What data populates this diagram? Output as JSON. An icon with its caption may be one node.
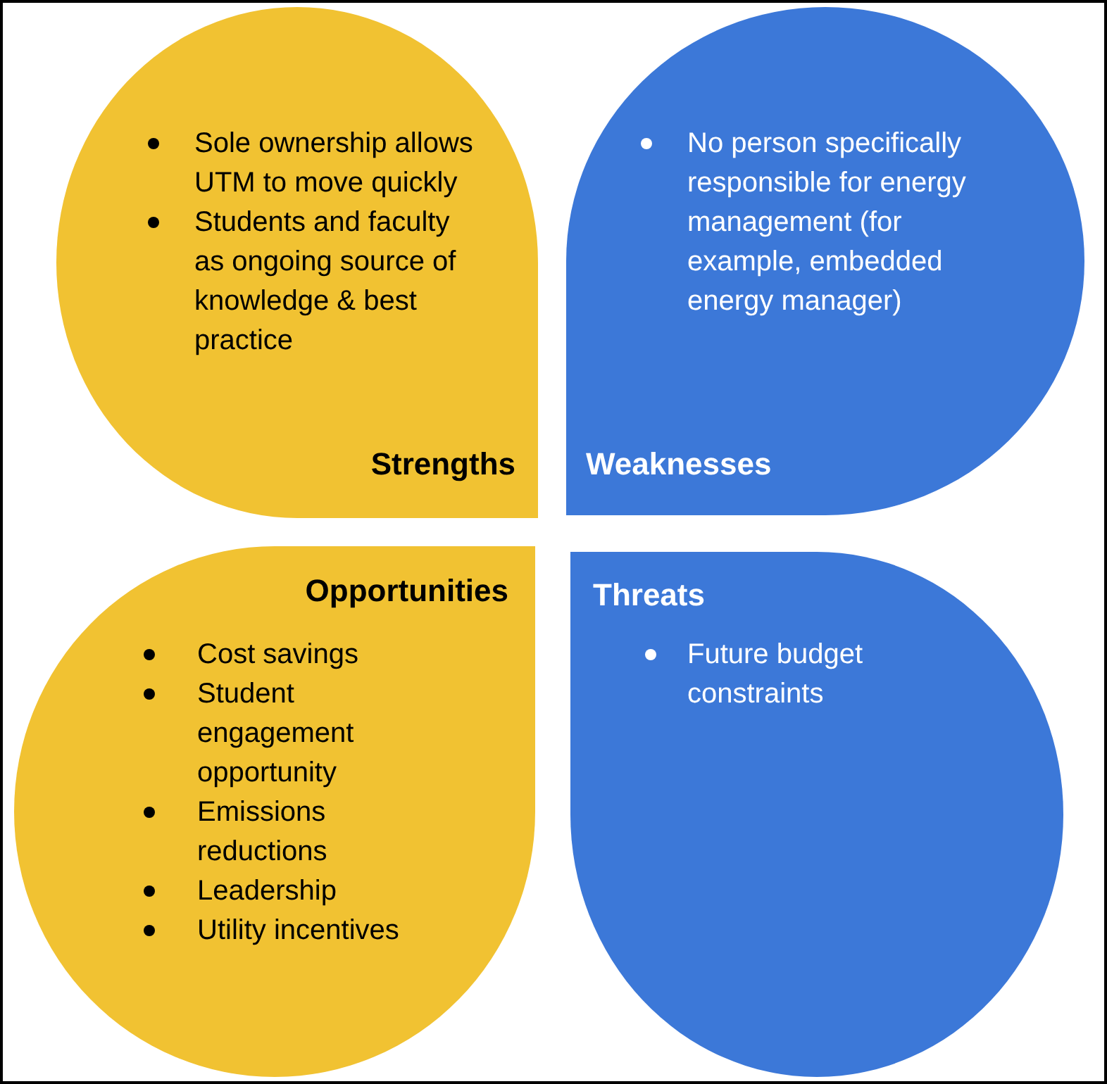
{
  "diagram": {
    "nodes": [
      {
        "text": [
          "Sole ownership allows UTM to move quickly",
          "Students and faculty as ongoing source of knowledge & best practice",
          "Strengths"
        ]
      },
      {
        "text": [
          "No person specifically responsible for energy management (for example, embedded energy manager)",
          "Weaknesses"
        ]
      },
      {
        "text": [
          "Opportunities",
          "Cost savings",
          "Student engagement opportunity",
          "Emissions reductions",
          "Leadership",
          "Utility incentives"
        ]
      },
      {
        "text": [
          "Threats",
          "Future budget constraints"
        ]
      }
    ]
  }
}
